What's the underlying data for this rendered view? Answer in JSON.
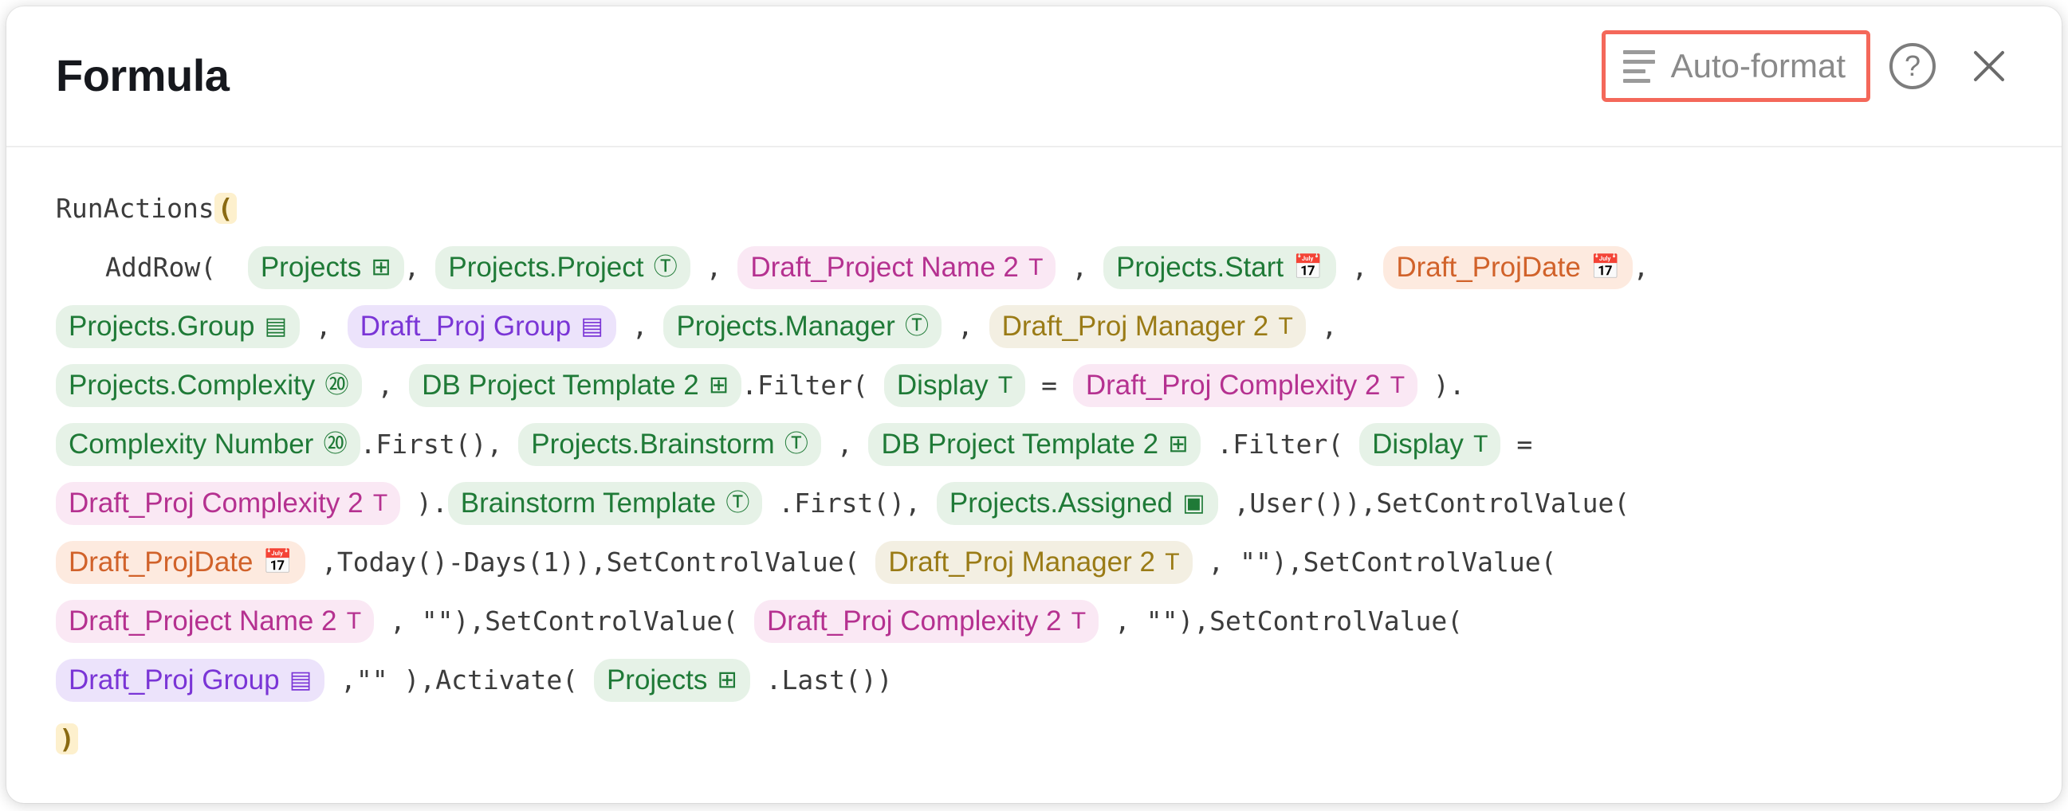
{
  "dialog": {
    "title": "Formula",
    "header": {
      "autoformat_label": "Auto-format",
      "autoformat_icon": "text-lines-icon",
      "help_label": "?",
      "help_icon": "question-circle-icon",
      "close_icon": "close-icon",
      "highlight_color": "#f4685a"
    }
  },
  "colors": {
    "pill_green_bg": "#e6f2e7",
    "pill_green_fg": "#1f7a37",
    "pill_pink_bg": "#fae8f4",
    "pill_pink_fg": "#b53190",
    "pill_orange_bg": "#fdeadf",
    "pill_orange_fg": "#d1622a",
    "pill_purple_bg": "#ece3fb",
    "pill_purple_fg": "#7a35d6",
    "pill_gold_bg": "#f3efe2",
    "pill_gold_fg": "#9a7b16",
    "paren_highlight_bg": "#fdf0cd",
    "code_text": "#3c3c3c"
  },
  "formula": {
    "lines": [
      {
        "indent": 0,
        "tokens": [
          {
            "kind": "code",
            "text": "RunActions"
          },
          {
            "kind": "paren",
            "text": "("
          }
        ]
      },
      {
        "indent": 1,
        "tokens": [
          {
            "kind": "code",
            "text": "AddRow(  "
          },
          {
            "kind": "pill",
            "color": "green",
            "label": "Projects",
            "icon": "table-icon",
            "glyph": "⊞"
          },
          {
            "kind": "code",
            "text": ", "
          },
          {
            "kind": "pill",
            "color": "green",
            "label": "Projects.Project",
            "icon": "text-column-icon",
            "glyph": "Ⓣ"
          },
          {
            "kind": "code",
            "text": " , "
          },
          {
            "kind": "pill",
            "color": "pink",
            "label": "Draft_Project Name 2",
            "icon": "text-icon",
            "glyph": "T"
          },
          {
            "kind": "code",
            "text": " , "
          },
          {
            "kind": "pill",
            "color": "green",
            "label": "Projects.Start",
            "icon": "calendar-icon",
            "glyph": "Ὄ5"
          },
          {
            "kind": "code",
            "text": " , "
          },
          {
            "kind": "pill",
            "color": "orange",
            "label": "Draft_ProjDate",
            "icon": "calendar-icon",
            "glyph": "Ὄ5"
          },
          {
            "kind": "code",
            "text": ","
          }
        ]
      },
      {
        "indent": 0,
        "tokens": [
          {
            "kind": "pill",
            "color": "green",
            "label": "Projects.Group",
            "icon": "select-list-icon",
            "glyph": "▤"
          },
          {
            "kind": "code",
            "text": " , "
          },
          {
            "kind": "pill",
            "color": "purple",
            "label": "Draft_Proj Group",
            "icon": "select-list-icon",
            "glyph": "▤"
          },
          {
            "kind": "code",
            "text": " , "
          },
          {
            "kind": "pill",
            "color": "green",
            "label": "Projects.Manager",
            "icon": "text-column-icon",
            "glyph": "Ⓣ"
          },
          {
            "kind": "code",
            "text": " , "
          },
          {
            "kind": "pill",
            "color": "gold",
            "label": "Draft_Proj Manager 2",
            "icon": "text-icon",
            "glyph": "T"
          },
          {
            "kind": "code",
            "text": " ,"
          }
        ]
      },
      {
        "indent": 0,
        "tokens": [
          {
            "kind": "pill",
            "color": "green",
            "label": "Projects.Complexity",
            "icon": "number-column-icon",
            "glyph": "⑳"
          },
          {
            "kind": "code",
            "text": " , "
          },
          {
            "kind": "pill",
            "color": "green",
            "label": "DB Project Template 2",
            "icon": "table-icon",
            "glyph": "⊞"
          },
          {
            "kind": "code",
            "text": ".Filter( "
          },
          {
            "kind": "pill",
            "color": "green",
            "label": "Display",
            "icon": "text-icon",
            "glyph": "T"
          },
          {
            "kind": "code",
            "text": " = "
          },
          {
            "kind": "pill",
            "color": "pink",
            "label": "Draft_Proj Complexity 2",
            "icon": "text-icon",
            "glyph": "T"
          },
          {
            "kind": "code",
            "text": " )."
          }
        ]
      },
      {
        "indent": 0,
        "tokens": [
          {
            "kind": "pill",
            "color": "green",
            "label": "Complexity Number",
            "icon": "number-column-icon",
            "glyph": "⑳"
          },
          {
            "kind": "code",
            "text": ".First(), "
          },
          {
            "kind": "pill",
            "color": "green",
            "label": "Projects.Brainstorm",
            "icon": "text-column-icon",
            "glyph": "Ⓣ"
          },
          {
            "kind": "code",
            "text": " , "
          },
          {
            "kind": "pill",
            "color": "green",
            "label": "DB Project Template 2",
            "icon": "table-icon",
            "glyph": "⊞"
          },
          {
            "kind": "code",
            "text": " .Filter( "
          },
          {
            "kind": "pill",
            "color": "green",
            "label": "Display",
            "icon": "text-icon",
            "glyph": "T"
          },
          {
            "kind": "code",
            "text": " ="
          }
        ]
      },
      {
        "indent": 0,
        "tokens": [
          {
            "kind": "pill",
            "color": "pink",
            "label": "Draft_Proj Complexity 2",
            "icon": "text-icon",
            "glyph": "T"
          },
          {
            "kind": "code",
            "text": " )."
          },
          {
            "kind": "pill",
            "color": "green",
            "label": "Brainstorm Template",
            "icon": "text-column-icon",
            "glyph": "Ⓣ"
          },
          {
            "kind": "code",
            "text": " .First(), "
          },
          {
            "kind": "pill",
            "color": "green",
            "label": "Projects.Assigned",
            "icon": "person-icon",
            "glyph": "▣"
          },
          {
            "kind": "code",
            "text": " ,User()),SetControlValue("
          }
        ]
      },
      {
        "indent": 0,
        "tokens": [
          {
            "kind": "pill",
            "color": "orange",
            "label": "Draft_ProjDate",
            "icon": "calendar-icon",
            "glyph": "Ὄ5"
          },
          {
            "kind": "code",
            "text": " ,Today()-Days(1)),SetControlValue( "
          },
          {
            "kind": "pill",
            "color": "gold",
            "label": "Draft_Proj Manager 2",
            "icon": "text-icon",
            "glyph": "T"
          },
          {
            "kind": "code",
            "text": " , \"\"),SetControlValue("
          }
        ]
      },
      {
        "indent": 0,
        "tokens": [
          {
            "kind": "pill",
            "color": "pink",
            "label": "Draft_Project Name 2",
            "icon": "text-icon",
            "glyph": "T"
          },
          {
            "kind": "code",
            "text": " , \"\"),SetControlValue( "
          },
          {
            "kind": "pill",
            "color": "pink",
            "label": "Draft_Proj Complexity 2",
            "icon": "text-icon",
            "glyph": "T"
          },
          {
            "kind": "code",
            "text": " , \"\"),SetControlValue("
          }
        ]
      },
      {
        "indent": 0,
        "tokens": [
          {
            "kind": "pill",
            "color": "purple",
            "label": "Draft_Proj Group",
            "icon": "select-list-icon",
            "glyph": "▤"
          },
          {
            "kind": "code",
            "text": " ,\"\" ),Activate( "
          },
          {
            "kind": "pill",
            "color": "green",
            "label": "Projects",
            "icon": "table-icon",
            "glyph": "⊞"
          },
          {
            "kind": "code",
            "text": " .Last())"
          }
        ]
      },
      {
        "indent": 0,
        "tokens": [
          {
            "kind": "paren",
            "text": ")"
          }
        ]
      }
    ]
  }
}
